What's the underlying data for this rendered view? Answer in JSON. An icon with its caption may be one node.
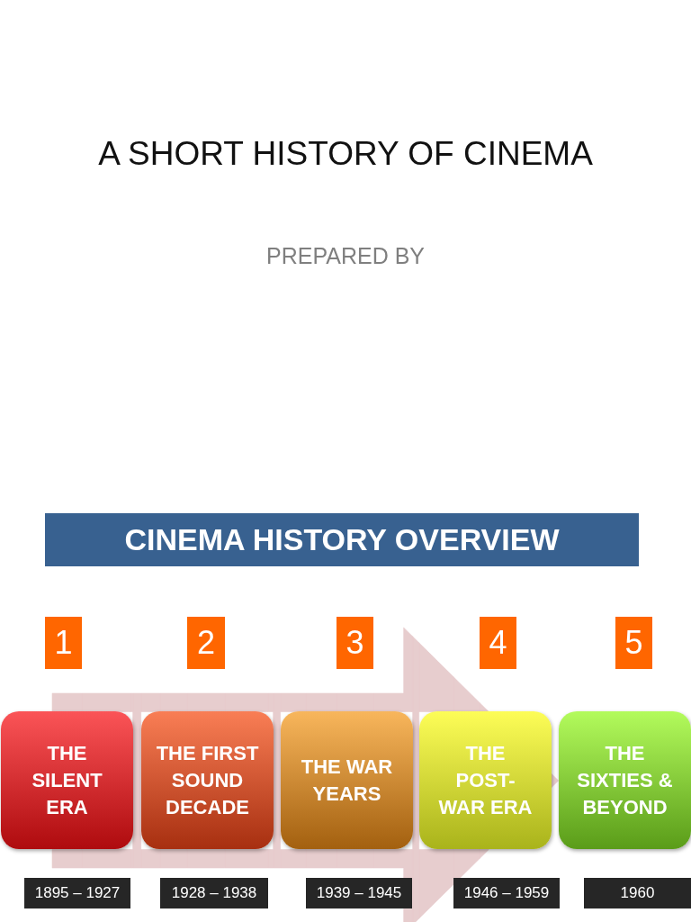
{
  "diagram": {
    "title": "A SHORT HISTORY OF CINEMA",
    "nodes": [
      {
        "text": [
          "CINEMA HISTORY OVERVIEW"
        ]
      },
      {
        "text": [
          "1"
        ]
      },
      {
        "text": [
          "2"
        ]
      },
      {
        "text": [
          "3"
        ]
      },
      {
        "text": [
          "4"
        ]
      },
      {
        "text": [
          "5"
        ]
      },
      {
        "text": [
          "THE SILENT ERA"
        ]
      },
      {
        "text": [
          "THE FIRST SOUND DECADE"
        ]
      },
      {
        "text": [
          "THE WAR YEARS"
        ]
      },
      {
        "text": [
          "THE POST-WAR ERA"
        ]
      },
      {
        "text": [
          "THE SIXTIES & BEYOND"
        ]
      },
      {
        "text": [
          "1895 – 1927"
        ]
      },
      {
        "text": [
          "1928 – 1938"
        ]
      },
      {
        "text": [
          "1939 – 1945"
        ]
      },
      {
        "text": [
          "1946 – 1959"
        ]
      },
      {
        "text": [
          "1960"
        ]
      }
    ],
    "edges": [
      {
        "from": 6,
        "to": 10,
        "arrow": "to",
        "style": "thick"
      }
    ],
    "labels": [
      "PREPARED BY"
    ]
  }
}
